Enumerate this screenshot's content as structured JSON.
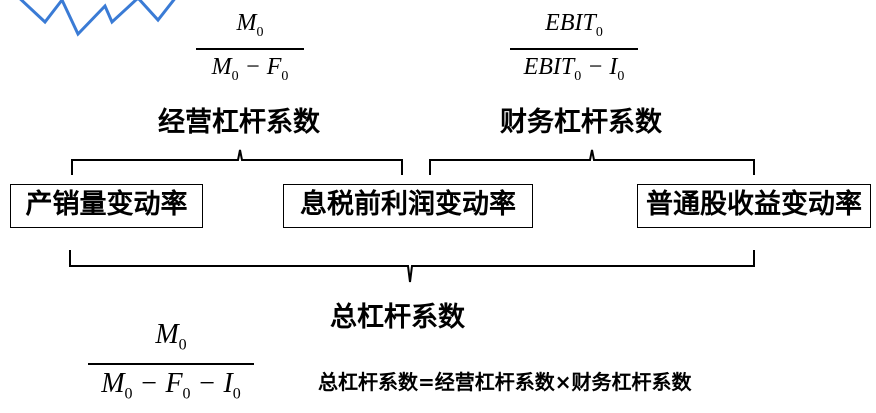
{
  "top_formulas": {
    "operating": {
      "numerator": "M0",
      "denominator": "M0 − F0"
    },
    "financial": {
      "numerator": "EBIT0",
      "denominator": "EBIT0 − I0"
    }
  },
  "labels": {
    "operating_leverage": "经营杠杆系数",
    "financial_leverage": "财务杠杆系数",
    "total_leverage": "总杠杆系数"
  },
  "boxes": {
    "sales_change": "产销量变动率",
    "ebit_change": "息税前利润变动率",
    "eps_change": "普通股收益变动率"
  },
  "bottom": {
    "total_formula": {
      "numerator": "M0",
      "denominator": "M0 − F0 − I0"
    },
    "relation": "总杠杆系数=经营杠杆系数×财务杠杆系数"
  }
}
